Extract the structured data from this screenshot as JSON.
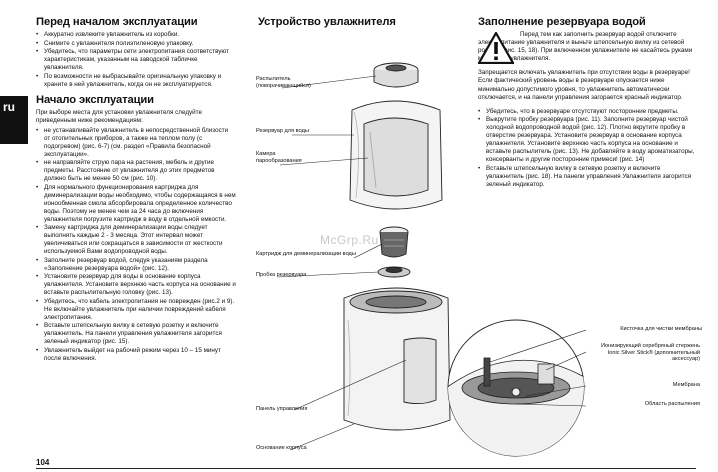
{
  "lang_tab": "ru",
  "page_number": "104",
  "watermark": "McGrp.Ru",
  "before_use": {
    "title": "Перед началом эксплуатации",
    "items": [
      "Аккуратно извлеките увлажнитель из коробки.",
      "Снимите с увлажнителя полиэтиленовую упаковку.",
      "Убедитесь, что параметры сети электропитания соответствуют характеристикам, указанным на заводской табличке увлажнителя.",
      "По возможности не выбрасывайте оригинальную упаковку и храните в ней увлажнитель, когда он не эксплуатируется."
    ]
  },
  "start_use": {
    "title": "Начало эксплуатации",
    "intro": "При выборе места для установки увлажнителя следуйте приведенным ниже рекомендациям:",
    "items": [
      "не устанавливайте увлажнитель в непосредственной близости от отопительных приборов, а также на теплом полу (с подогревом) (рис. 6-7) (см. раздел «Правила безопасной эксплуатации».",
      "не направляйте струю пара на растения, мебель и другие предметы. Расстояние от увлажнителя до этих предметов должно быть не менее 50 см (рис. 10).",
      "Для нормального функционирования картриджа для деминерализации воды необходимо, чтобы содержащаяся в нем ионообменная смола абсорбировала определенное количество воды. Поэтому не менее чем за 24 часа до включения увлажнителя погрузите картридж в воду в отдельной емкости.",
      "Замену картриджа для деминерализации воды следует выполнять каждые 2 - 3 месяца. Этот интервал может увеличиваться или сокращаться в зависимости от жесткости используемой Вами водопроводной воды.",
      "Заполните резервуар водой, следуя указаниям раздела «Заполнение резервуара водой» (рис. 12).",
      "Установите резервуар для воды в основание корпуса увлажнителя. Установите верхнюю часть корпуса на основание и вставьте распылительную головку (рис. 13).",
      "Убедитесь, что кабель электропитания не поврежден (рис.2 и 9). Не включайте увлажнитель при наличии повреждений кабеля электропитания.",
      "Вставьте штепсельную вилку в сетевую розетку и включите увлажнитель. На панели управления увлажнителя загорится зеленый индикатор (рис. 15).",
      "Увлажнитель выйдет на рабочий режим через 10 – 15 минут после включения."
    ]
  },
  "device": {
    "title": "Устройство увлажнителя",
    "labels": {
      "nozzle": "Распылитель (поворачивающийся)",
      "tank": "Резервуар для воды",
      "chamber": "Камера парообразования",
      "cartridge": "Картридж для деминерализации воды",
      "plug": "Пробка резервуара",
      "panel": "Панель управления",
      "base": "Основание корпуса",
      "brush": "Кисточка для чистки мембраны",
      "ionic": "Ионизирующий серебряный стержень Ionic Silver Stick® (дополнительный аксессуар)",
      "membrane": "Мембрана",
      "spray_area": "Область распыления"
    }
  },
  "filling": {
    "title": "Заполнение резервуара водой",
    "warning": "Перед тем как заполнить резервуар водой отключите электропитание увлажнителя и выньте штепсельную вилку из сетевой розетки (рис. 15, 18). При включенном увлажнителе не касайтесь руками мембраны увлажнителя.",
    "note": "Запрещается включать увлажнитель при отсутствии воды в резервуаре! Если фактический уровень воды в резервуаре опускается ниже минимально допустимого уровня, то увлажнитель автоматически отключается, и на панели управления загорается красный индикатор.",
    "items": [
      "Убедитесь, что в резервуаре отсутствуют посторонние предметы.",
      "Выкрутите пробку резервуара (рис. 11). Заполните резервуар чистой холодной водопроводной водой (рис. 12). Плотно вкрутите пробку в отверстие резервуара. Установите резервуар в основание корпуса увлажнителя. Установите верхнюю часть корпуса на основание и вставьте распылитель (рис. 13). Не добавляйте в воду ароматизаторы, консерванты и другие посторонние примеси! (рис. 14)",
      "Вставьте штепсельную вилку в сетевую розетку и включите увлажнитель (рис. 18). На панели управления Увлажнителя загорится зеленый индикатор."
    ]
  }
}
